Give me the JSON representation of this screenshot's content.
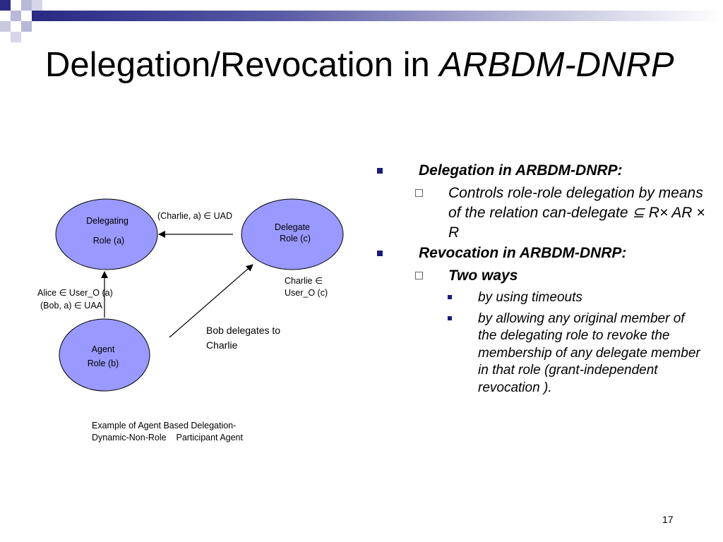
{
  "slide": {
    "title_plain": "Delegation/Revocation in ",
    "title_italic": "ARBDM-DNRP",
    "page_number": "17",
    "colors": {
      "deco_dark": "#2b2b86",
      "deco_light": "#b8b8d8",
      "ellipse_fill": "#9999ff",
      "bullet": "#1a1a7a"
    }
  },
  "diagram": {
    "nodes": {
      "delegating": {
        "line1": "Delegating",
        "line2": "Role (a)"
      },
      "delegate": {
        "line1": "Delegate",
        "line2": "Role (c)"
      },
      "agent": {
        "line1": "Agent",
        "line2": "Role (b)"
      }
    },
    "labels": {
      "uad": "(Charlie, a) ∈ UAD",
      "charlie_line1": "Charlie ∈",
      "charlie_line2": "User_O (c)",
      "alice": "Alice ∈ User_O (a)",
      "bob_uaa": "(Bob, a) ∈ UAA",
      "bob_delegates_line1": "Bob delegates to",
      "bob_delegates_line2": "Charlie",
      "caption_line1": "Example of Agent Based Delegation-",
      "caption_line2": "Dynamic-Non-Role    Participant Agent"
    }
  },
  "bullets": {
    "delegation_heading": "Delegation in ARBDM-DNRP:",
    "controls": "Controls role-role delegation by means of the relation can-delegate ⊆ R× AR × R",
    "revocation_heading": "Revocation in ARBDM-DNRP:",
    "two_ways": "Two ways",
    "timeouts": "by using timeouts",
    "original_member": " by allowing any original member of the delegating role to revoke the membership of any delegate member in that role (grant-independent revocation )."
  }
}
